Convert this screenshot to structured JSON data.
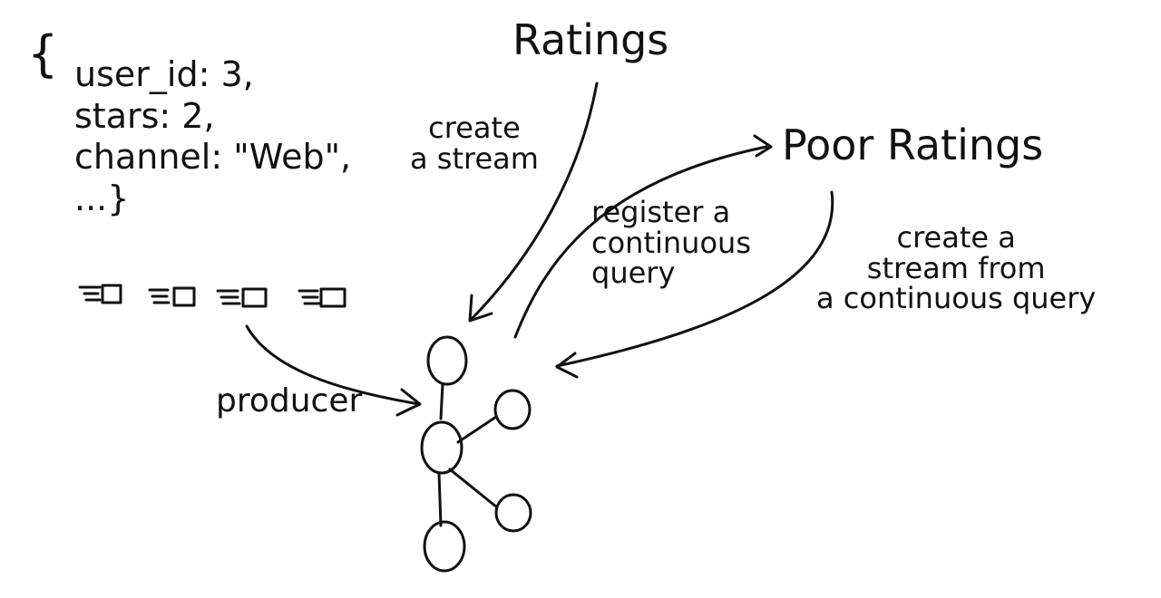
{
  "record": {
    "open_brace": "{",
    "lines": [
      "user_id: 3,",
      "stars: 2,",
      "channel: \"Web\",",
      "...}"
    ]
  },
  "labels": {
    "ratings": "Ratings",
    "poor_ratings": "Poor Ratings",
    "create_stream": "create\na stream",
    "register_query": "register a\ncontinuous\nquery",
    "create_stream_from_query": "create a\nstream from\na continuous query",
    "producer": "producer"
  },
  "colors": {
    "ink": "#111111",
    "background": "#ffffff"
  },
  "icons": [
    "message-icon",
    "message-icon",
    "message-icon",
    "message-icon",
    "cluster-icon"
  ]
}
